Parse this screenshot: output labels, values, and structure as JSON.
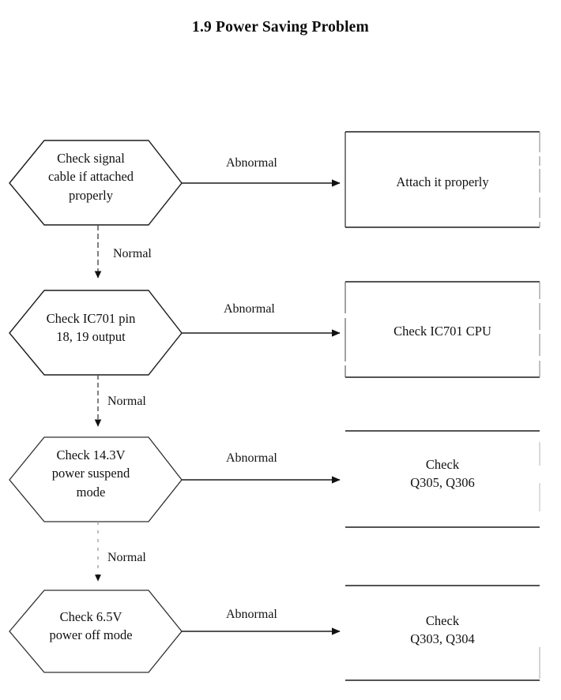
{
  "document": {
    "title": "1.9 Power Saving Problem"
  },
  "flowchart": {
    "type": "troubleshooting-flowchart",
    "orientation": "top-to-bottom",
    "ink_color": "#111111",
    "background_color": "#ffffff",
    "steps": [
      {
        "id": "step-1",
        "decision": "Check signal\ncable if attached\nproperly",
        "abnormal_label": "Abnormal",
        "action": "Attach it properly",
        "normal_label": "Normal"
      },
      {
        "id": "step-2",
        "decision": "Check IC701 pin\n18, 19 output",
        "abnormal_label": "Abnormal",
        "action": "Check IC701 CPU",
        "normal_label": "Normal"
      },
      {
        "id": "step-3",
        "decision": "Check 14.3V\npower suspend\nmode",
        "abnormal_label": "Abnormal",
        "action": "Check\nQ305, Q306",
        "normal_label": "Normal"
      },
      {
        "id": "step-4",
        "decision": "Check 6.5V\npower off mode",
        "abnormal_label": "Abnormal",
        "action": "Check\nQ303, Q304",
        "normal_label": ""
      }
    ]
  }
}
